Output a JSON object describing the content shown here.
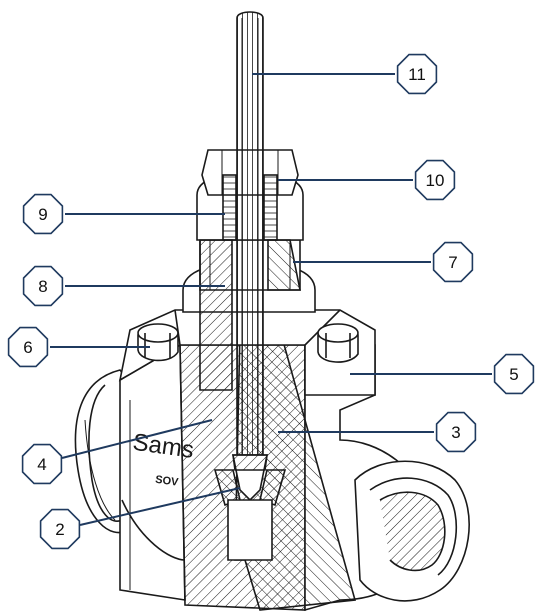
{
  "diagram": {
    "partial_brand_text": "Sams",
    "partial_model_text": "SOV",
    "callouts": [
      {
        "id": "11",
        "label": "11"
      },
      {
        "id": "10",
        "label": "10"
      },
      {
        "id": "9",
        "label": "9"
      },
      {
        "id": "7",
        "label": "7"
      },
      {
        "id": "8",
        "label": "8"
      },
      {
        "id": "6",
        "label": "6"
      },
      {
        "id": "5",
        "label": "5"
      },
      {
        "id": "3",
        "label": "3"
      },
      {
        "id": "4",
        "label": "4"
      },
      {
        "id": "2",
        "label": "2"
      }
    ],
    "colors": {
      "line": "#1a1a1a",
      "leader": "#1f3a5f",
      "callout_border": "#1f3a5f",
      "fill": "#ffffff"
    }
  }
}
